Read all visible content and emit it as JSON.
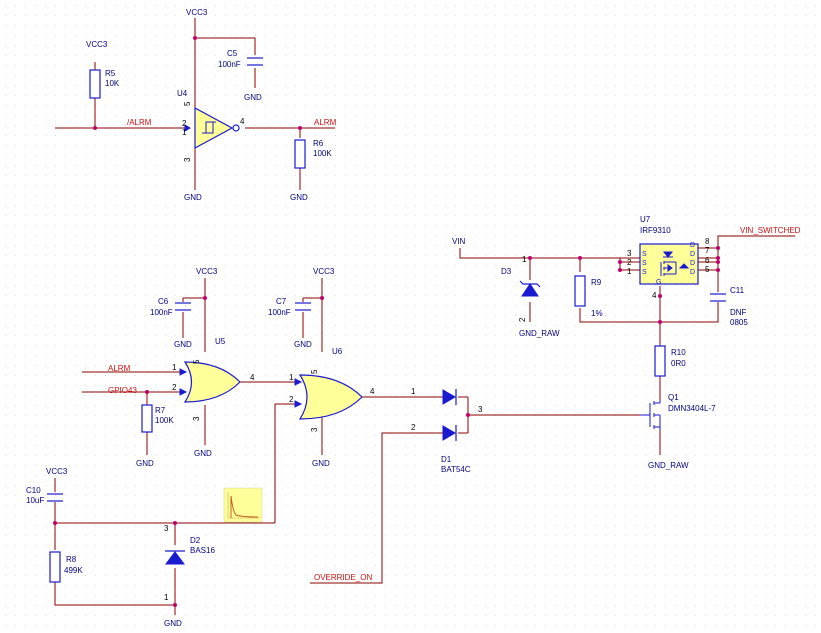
{
  "power": {
    "vcc3": "VCC3",
    "gnd": "GND",
    "vin": "VIN",
    "gnd_raw": "GND_RAW",
    "vin_switched": "VIN_SWITCHED"
  },
  "nets": {
    "alrm_n": "/ALRM",
    "alrm": "ALRM",
    "gpio43": "GPIO43",
    "override_on": "OVERRIDE_ON"
  },
  "components": {
    "r5": {
      "ref": "R5",
      "value": "10K"
    },
    "c5": {
      "ref": "C5",
      "value": "100nF"
    },
    "u4": {
      "ref": "U4"
    },
    "r6": {
      "ref": "R6",
      "value": "100K"
    },
    "c6": {
      "ref": "C6",
      "value": "100nF"
    },
    "u5": {
      "ref": "U5"
    },
    "r7": {
      "ref": "R7",
      "value": "100K"
    },
    "c7": {
      "ref": "C7",
      "value": "100nF"
    },
    "u6": {
      "ref": "U6"
    },
    "c10": {
      "ref": "C10",
      "value": "10uF"
    },
    "r8": {
      "ref": "R8",
      "value": "499K"
    },
    "d2": {
      "ref": "D2",
      "value": "BAS16"
    },
    "d1": {
      "ref": "D1",
      "value": "BAT54C"
    },
    "d3": {
      "ref": "D3"
    },
    "r9": {
      "ref": "R9",
      "value": "1%"
    },
    "u7": {
      "ref": "U7",
      "value": "IRF9310"
    },
    "c11": {
      "ref": "C11",
      "value": "DNF",
      "package": "0805"
    },
    "r10": {
      "ref": "R10",
      "value": "0R0"
    },
    "q1": {
      "ref": "Q1",
      "value": "DMN3404L-7"
    }
  },
  "pins": {
    "p1": "1",
    "p2": "2",
    "p3": "3",
    "p4": "4",
    "p5": "5",
    "p6": "6",
    "p7": "7",
    "p8": "8"
  },
  "u7_pins": {
    "s": "S",
    "d": "D",
    "g": "G"
  }
}
